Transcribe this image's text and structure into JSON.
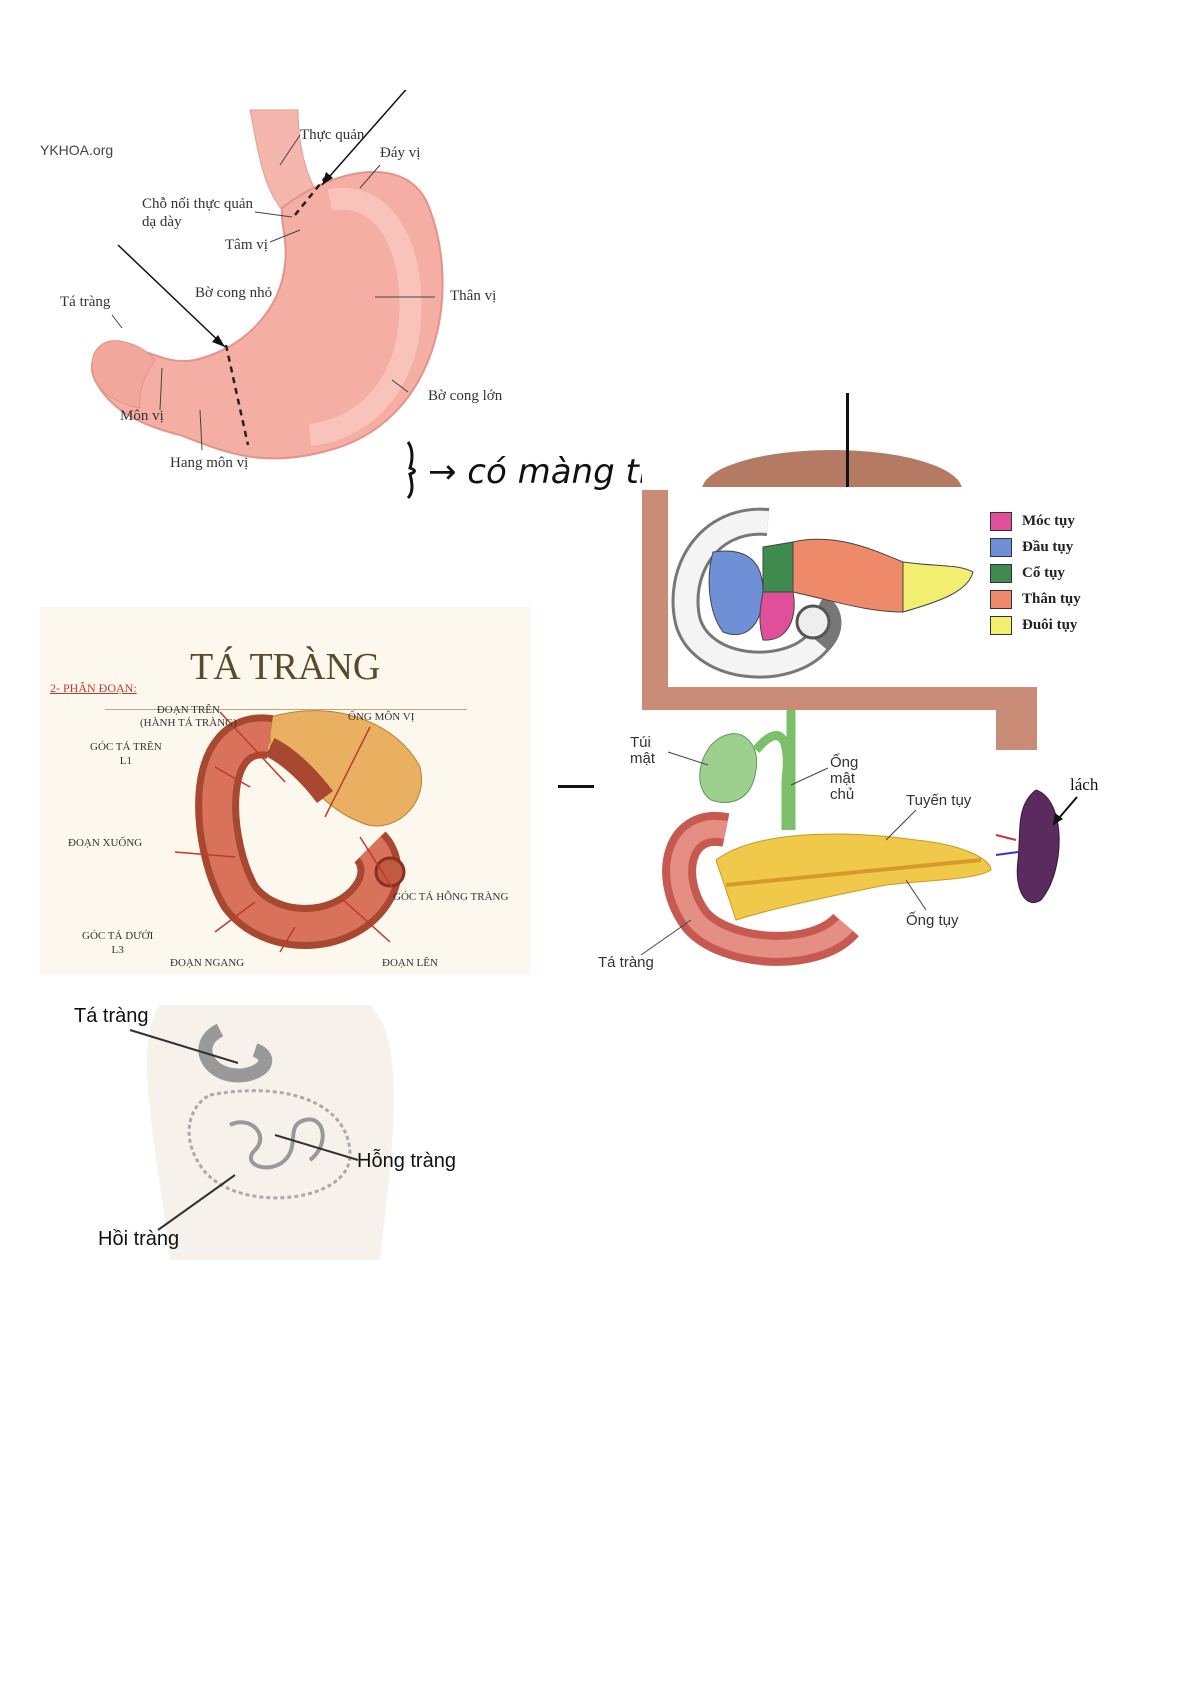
{
  "stomach": {
    "watermark": "YKHOA.org",
    "labels": {
      "esophagus": "Thực quản",
      "fundus": "Đáy vị",
      "junction": "Chỗ nối thực quản\ndạ dày",
      "cardia": "Tâm vị",
      "duodenum": "Tá tràng",
      "lesser_curvature": "Bờ cong nhỏ",
      "body": "Thân vị",
      "pylorus": "Môn vị",
      "greater_curvature": "Bờ cong lớn",
      "antrum": "Hang môn vị"
    }
  },
  "handwritten_note": "→ có màng treo",
  "duodenum_slide": {
    "title": "TÁ TRÀNG",
    "section": "2- PHÂN ĐOẠN:",
    "labels": {
      "upper_segment": "ĐOẠN TRÊN\n(HÀNH TÁ TRÀNG)",
      "pyloric_canal": "ỐNG MÔN VỊ",
      "upper_angle": "GÓC TÁ TRÊN\nL1",
      "descending": "ĐOẠN XUỐNG",
      "duodenojejunal": "GÓC TÁ HỖNG TRÀNG",
      "lower_angle": "GÓC TÁ DƯỚI\nL3",
      "horizontal": "ĐOẠN NGANG",
      "ascending": "ĐOẠN LÊN"
    }
  },
  "pancreas_legend": [
    {
      "label": "Móc tụy",
      "color": "#e0509a"
    },
    {
      "label": "Đầu tụy",
      "color": "#6f8fd6"
    },
    {
      "label": "Cổ tụy",
      "color": "#3f8a4e"
    },
    {
      "label": "Thân tụy",
      "color": "#ee8a6a"
    },
    {
      "label": "Đuôi tụy",
      "color": "#f2ee70"
    }
  ],
  "biliary": {
    "gallbladder": "Túi\nmật",
    "common_bile_duct": "Ống\nmật\nchủ",
    "pancreas": "Tuyến tụy",
    "pancreatic_duct": "Ống tụy",
    "duodenum": "Tá tràng",
    "spleen": "lách"
  },
  "intestines": {
    "duodenum": "Tá tràng",
    "jejunum": "Hỗng tràng",
    "ileum": "Hồi tràng"
  }
}
